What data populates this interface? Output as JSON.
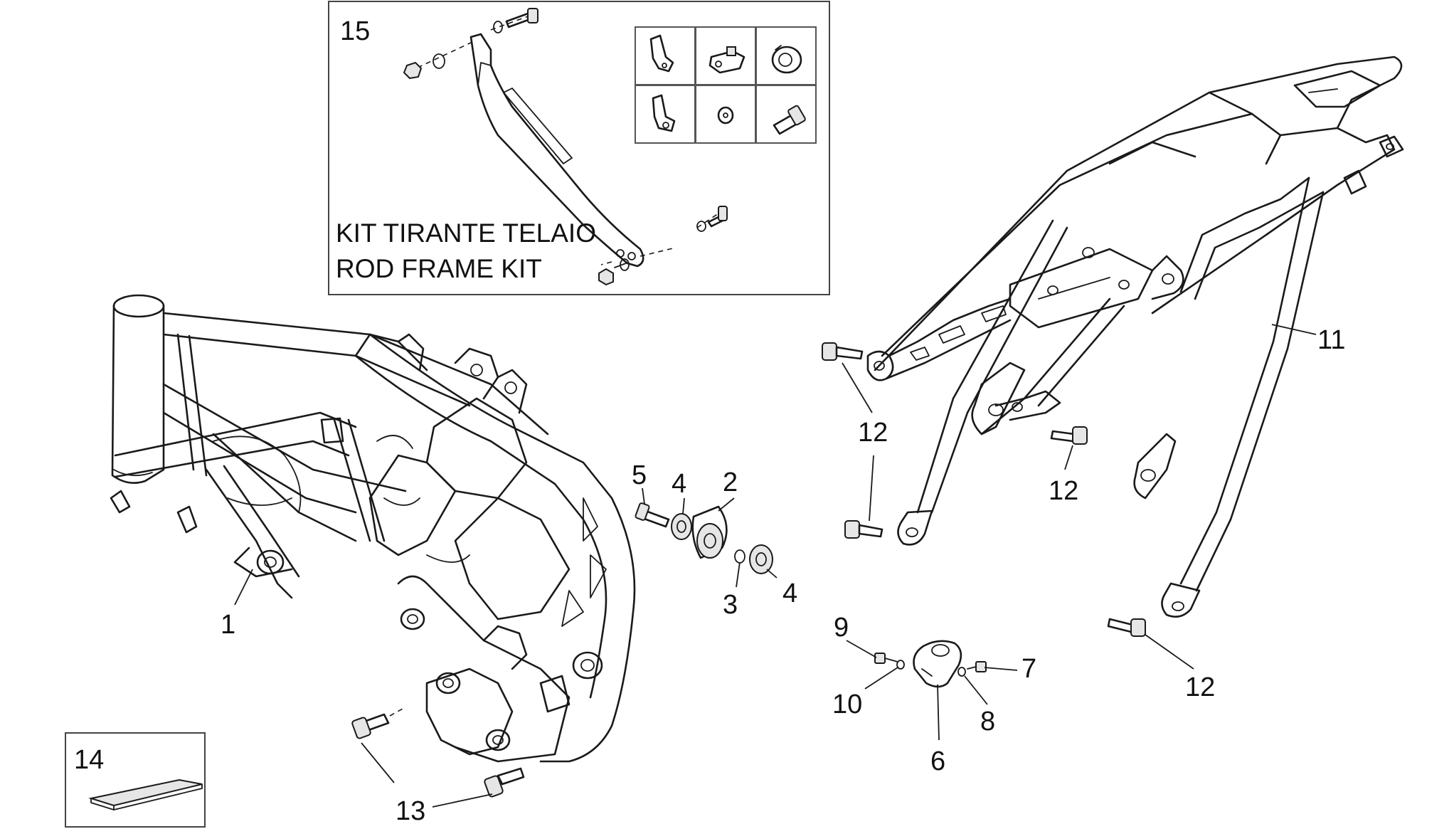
{
  "labels": {
    "p1": "1",
    "p2": "2",
    "p3": "3",
    "p4a": "4",
    "p4b": "4",
    "p5": "5",
    "p6": "6",
    "p7": "7",
    "p8": "8",
    "p9": "9",
    "p10": "10",
    "p11": "11",
    "p12a": "12",
    "p12b": "12",
    "p12c": "12",
    "p13": "13",
    "p14": "14",
    "p15": "15"
  },
  "kit": {
    "line1": "KIT TIRANTE TELAIO",
    "line2": "ROD FRAME KIT"
  }
}
